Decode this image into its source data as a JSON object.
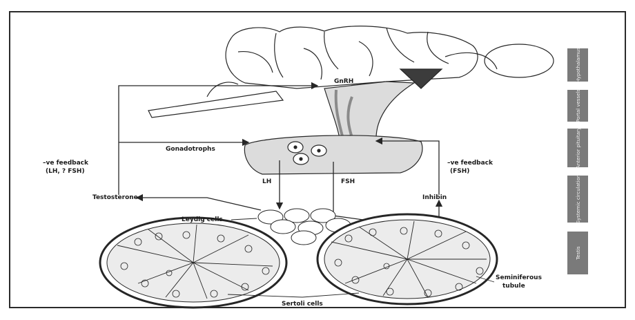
{
  "labels": {
    "gnrh": "GnRH",
    "gonadotrophs": "Gonadotrophs",
    "neg_feedback_left_line1": "–ve feedback",
    "neg_feedback_left_line2": "(LH, ? FSH)",
    "neg_feedback_right_line1": "–ve feedback",
    "neg_feedback_right_line2": "(FSH)",
    "lh": "LH",
    "fsh": "FSH",
    "testosterone": "Testosterone",
    "inhibin": "Inhibin",
    "leydig_cells": "Leydig cells",
    "sertoli_cells": "Sertoli cells",
    "seminiferous_line1": "Seminiferous",
    "seminiferous_line2": "tubule"
  },
  "side_tabs": [
    "Hypothalamus",
    "Portal vessels",
    "Anterior pituitary",
    "Systemic circulation",
    "Testis"
  ],
  "colors": {
    "frame": "#2a2a2a",
    "side_tab": "#7a7a7a",
    "pituitary_fill": "#dcdcdc",
    "dark_region": "#3c3c3c",
    "stroke": "#262626"
  }
}
